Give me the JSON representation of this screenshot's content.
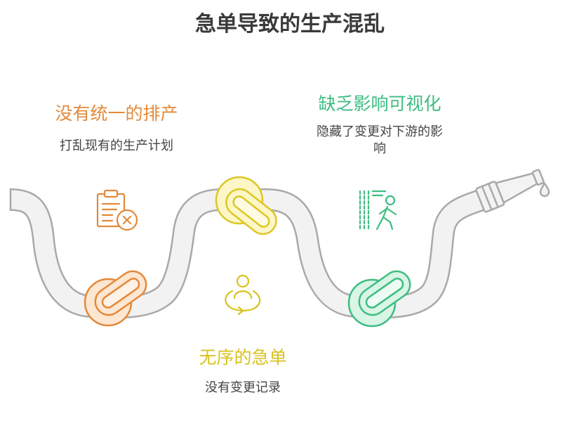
{
  "title": "急单导致的生产混乱",
  "items": [
    {
      "heading": "没有统一的排产",
      "description": "打乱现有的生产计划",
      "icon": "clipboard-x-icon",
      "color": "#e3893a"
    },
    {
      "heading": "无序的急单",
      "description": "没有变更记录",
      "icon": "person-cycle-icon",
      "color": "#d9c21e"
    },
    {
      "heading": "缺乏影响可视化",
      "description": "隐藏了变更对下游的影响",
      "icon": "walking-person-icon",
      "color": "#3dbd80"
    }
  ],
  "hose": {
    "color": "#a9a9a9",
    "nozzle_icon": "hose-nozzle-icon",
    "drop_icon": "water-drop-icon"
  }
}
